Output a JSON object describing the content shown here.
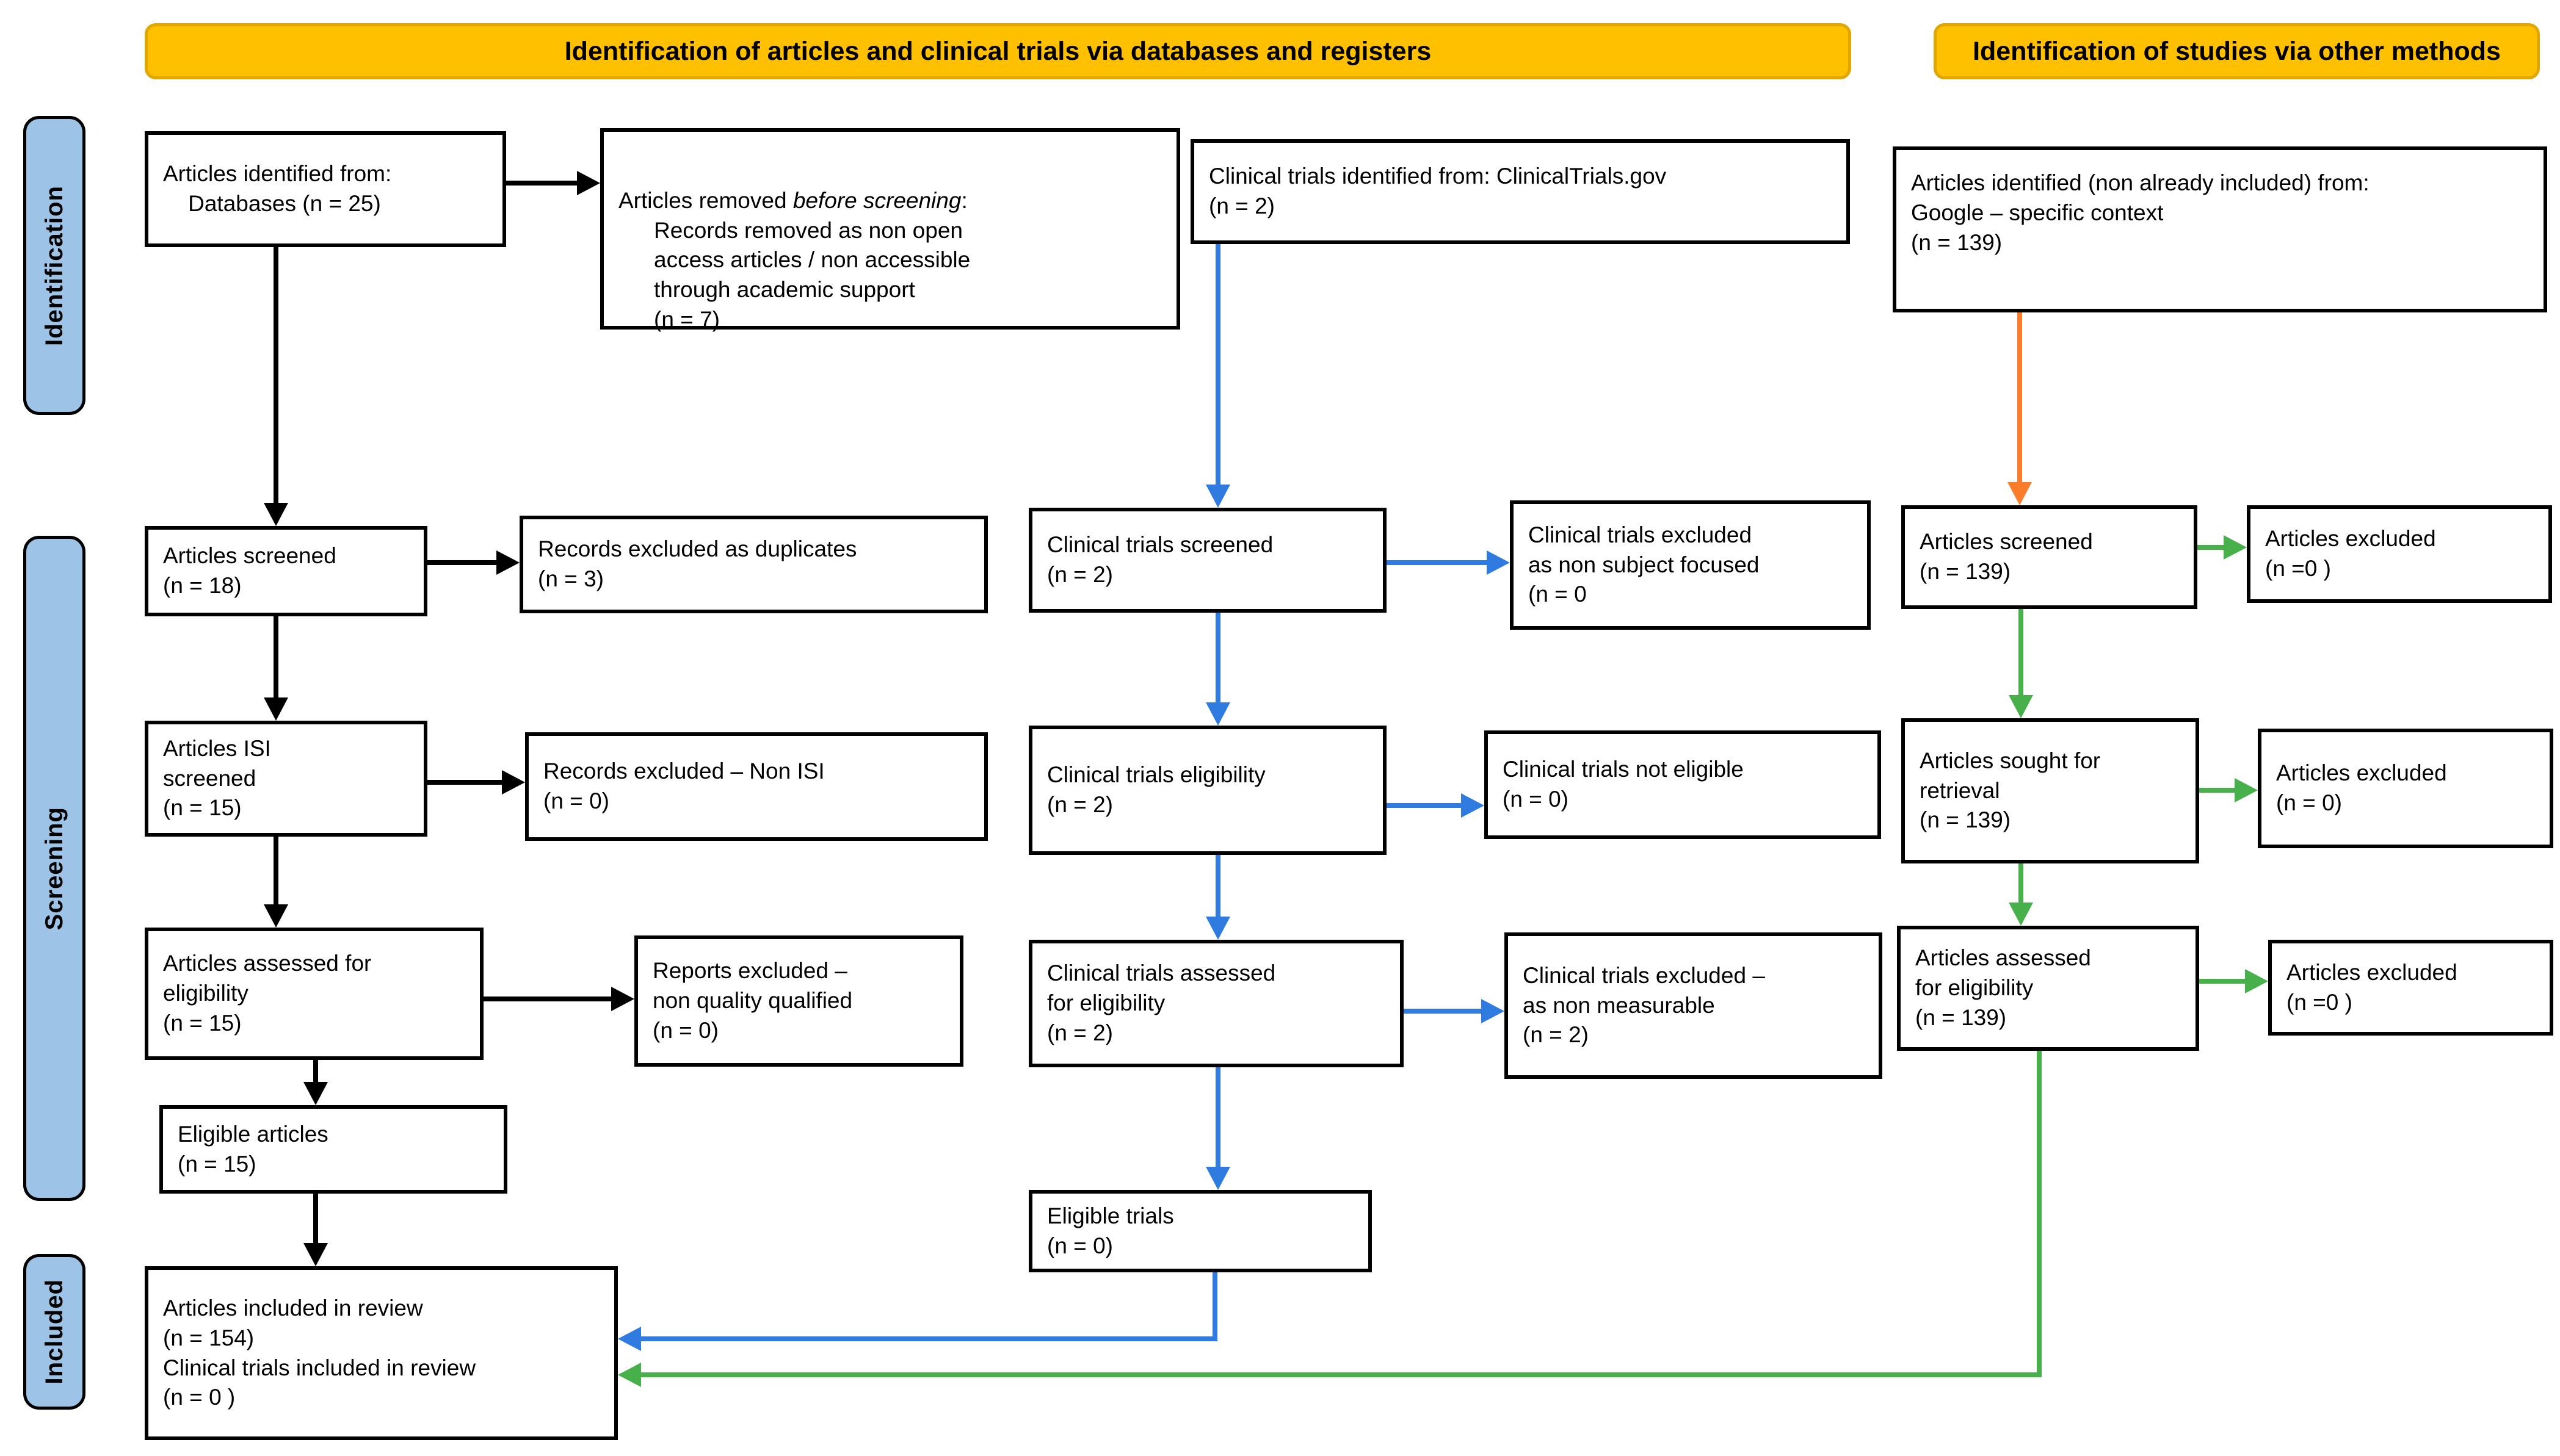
{
  "banners": {
    "databases": "Identification of articles and clinical trials via databases and registers",
    "other_methods": "Identification of studies via other methods"
  },
  "stages": {
    "identification": "Identification",
    "screening": "Screening",
    "included": "Included"
  },
  "boxes": {
    "articles_identified": "Articles identified from:\n    Databases (n = 25)",
    "articles_removed_prefix": "Articles removed ",
    "articles_removed_italic": "before screening",
    "articles_removed_colon": ":",
    "articles_removed_body": "Records removed as non open\naccess articles / non accessible\nthrough academic support\n(n = 7)",
    "trials_identified": "Clinical trials identified from: ClinicalTrials.gov\n(n = 2)",
    "google_identified": "Articles identified (non already included) from:\nGoogle – specific context\n(n = 139)",
    "articles_screened": "Articles screened\n(n = 18)",
    "duplicates_excluded": "Records excluded as duplicates\n(n = 3)",
    "trials_screened": "Clinical trials screened\n(n = 2)",
    "trials_excluded_focus": "Clinical trials excluded\nas non subject focused\n(n = 0",
    "articles_screened_other": "Articles screened\n(n = 139)",
    "articles_excluded_other1": "Articles excluded\n(n =0 )",
    "articles_isi_screened": "Articles ISI\nscreened\n(n = 15)",
    "records_excluded_non_isi": "Records excluded – Non ISI\n(n = 0)",
    "trials_eligibility": "Clinical trials eligibility\n(n = 2)",
    "trials_not_eligible": "Clinical trials not eligible\n(n =  0)",
    "articles_sought": "Articles sought for\nretrieval\n(n = 139)",
    "articles_excluded_other2": "Articles excluded\n(n = 0)",
    "articles_assessed": "Articles assessed for\neligibility\n(n = 15)",
    "reports_excluded": "Reports excluded –\nnon quality qualified\n(n = 0)",
    "trials_assessed": "Clinical trials assessed\nfor eligibility\n(n = 2)",
    "trials_excluded_measurable": "Clinical trials excluded –\nas non measurable\n(n = 2)",
    "articles_assessed_other": "Articles assessed\nfor eligibility\n(n = 139)",
    "articles_excluded_other3": "Articles excluded\n(n =0 )",
    "eligible_articles": "Eligible articles\n(n = 15)",
    "eligible_trials": "Eligible trials\n(n = 0)",
    "included_review": "Articles included in review\n(n = 154)\nClinical trials included in review\n(n = 0 )"
  },
  "colors": {
    "header_fill": "#FFC000",
    "header_border": "#DFA700",
    "stage_fill": "#9DC3E6",
    "box_border": "#000000",
    "arrow_black": "#000000",
    "arrow_blue": "#2F7BE0",
    "arrow_green": "#47B04B",
    "arrow_orange": "#F97D2B"
  }
}
